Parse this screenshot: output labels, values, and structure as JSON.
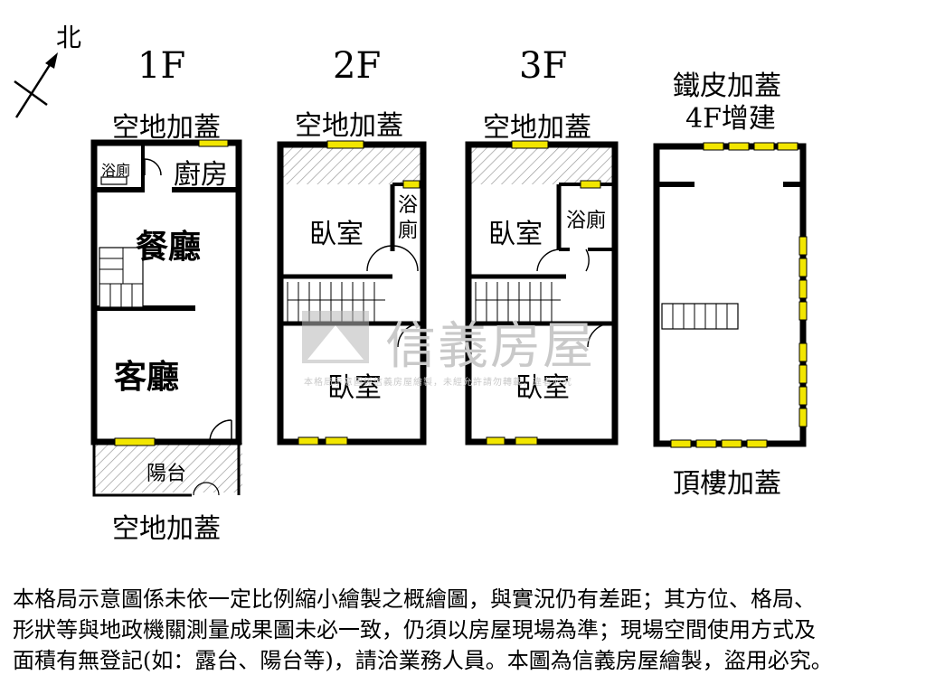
{
  "compass": {
    "label": "北"
  },
  "floors": {
    "f1": {
      "title": "1F",
      "top_label": "空地加蓋",
      "bottom_label": "空地加蓋",
      "rooms": {
        "bath": "浴廁",
        "kitchen": "廚房",
        "dining": "餐廳",
        "living": "客廳",
        "balcony": "陽台"
      }
    },
    "f2": {
      "title": "2F",
      "top_label": "空地加蓋",
      "rooms": {
        "bedroom_front": "臥室",
        "bath": "浴\n廁",
        "bedroom_back": "臥室"
      }
    },
    "f3": {
      "title": "3F",
      "top_label": "空地加蓋",
      "rooms": {
        "bedroom_front": "臥室",
        "bath": "浴廁",
        "bedroom_back": "臥室"
      }
    },
    "f4": {
      "title_line1": "鐵皮加蓋",
      "title_line2": "4F增建",
      "bottom_label": "頂樓加蓋"
    }
  },
  "watermark": {
    "brand": "信義房屋",
    "notice": "本格局示意圖係信義房屋繪製，未經允許請勿轉載，違者必究"
  },
  "disclaimer": {
    "line1": "本格局示意圖係未依一定比例縮小繪製之概繪圖，與實況仍有差距；其方位、格局、",
    "line2": "形狀等與地政機關測量成果圖未必一致，仍須以房屋現場為準；現場空間使用方式及",
    "line3": "面積有無登記(如：露台、陽台等)，請洽業務人員。本圖為信義房屋繪製，盜用必究。"
  },
  "colors": {
    "wall": "#000000",
    "window": "#f2e600",
    "hatch": "#9a9a9a",
    "watermark": "#c9c9c9"
  }
}
